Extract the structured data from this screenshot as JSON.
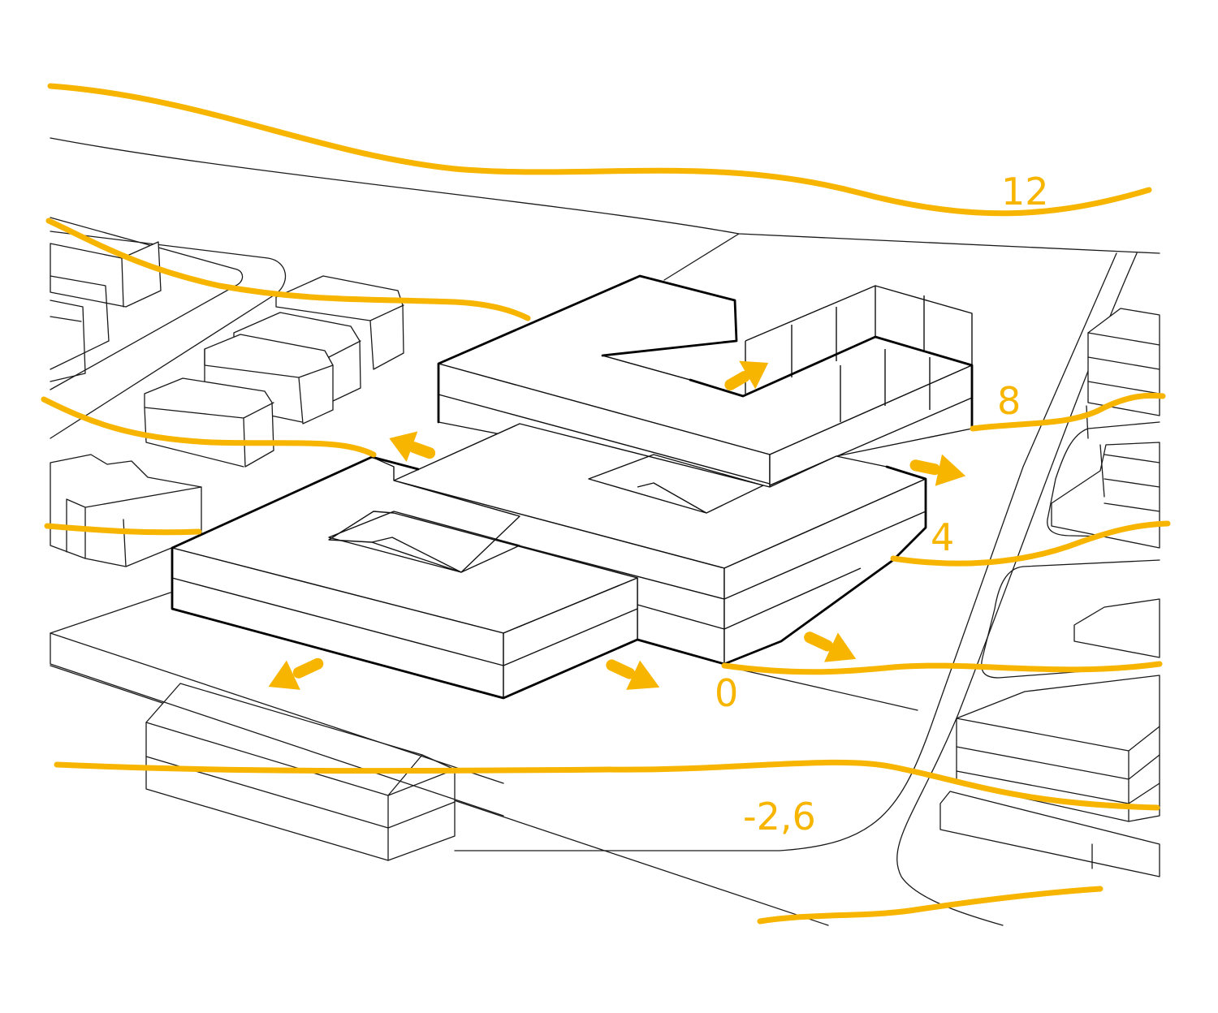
{
  "colors": {
    "accent": "#F7B500",
    "line": "#111111",
    "background": "#FFFFFF"
  },
  "elevations": [
    {
      "id": "elev-12",
      "text": "12"
    },
    {
      "id": "elev-8",
      "text": "8"
    },
    {
      "id": "elev-4",
      "text": "4"
    },
    {
      "id": "elev-0",
      "text": "0"
    },
    {
      "id": "elev-neg2-6",
      "text": "-2,6"
    }
  ]
}
